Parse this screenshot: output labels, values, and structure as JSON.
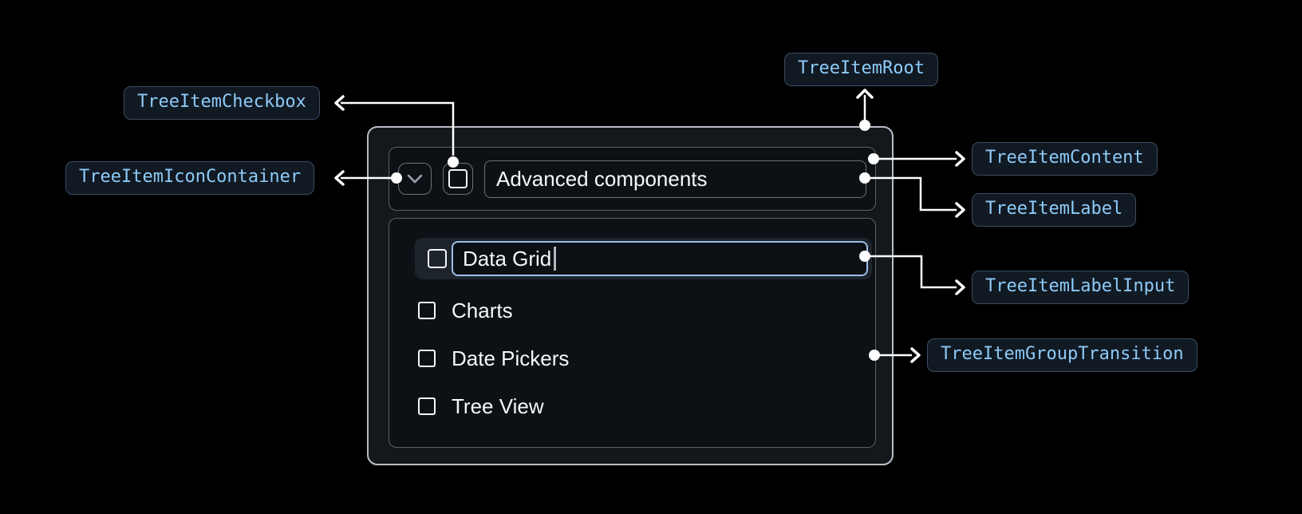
{
  "badges": {
    "root": "TreeItemRoot",
    "checkbox": "TreeItemCheckbox",
    "icon_container": "TreeItemIconContainer",
    "content": "TreeItemContent",
    "label": "TreeItemLabel",
    "label_input": "TreeItemLabelInput",
    "group_transition": "TreeItemGroupTransition"
  },
  "tree": {
    "parent_label": "Advanced components",
    "editing_value": "Data Grid",
    "items": [
      "Charts",
      "Date Pickers",
      "Tree View"
    ]
  },
  "colors": {
    "page_bg": "#000000",
    "connector": "#ffffff",
    "badge_text": "#8dcbf7",
    "badge_bg": "#111923",
    "badge_border": "#3b4e63",
    "focus_ring": "#9cc0e7",
    "root_border": "#b8bec6",
    "inner_border": "#596069",
    "selected_row_bg": "#1e242c"
  }
}
